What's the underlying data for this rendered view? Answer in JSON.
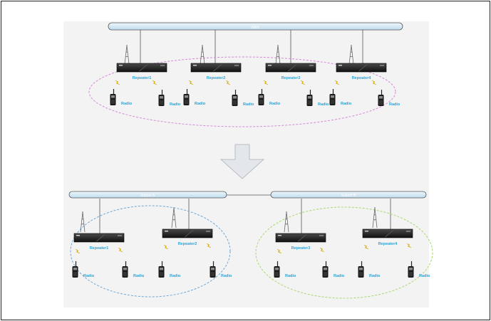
{
  "top": {
    "bus_label": "WAN",
    "repeaters": [
      "Repeater1",
      "Repeater2",
      "Repeater3",
      "Repeater4"
    ],
    "radio_label": "Radio"
  },
  "bottom": {
    "left_bus_label": "Subnet A",
    "right_bus_label": "Subnet B",
    "left_repeaters": [
      "Repeater1",
      "Repeater2"
    ],
    "right_repeaters": [
      "Repeater3",
      "Repeater4"
    ],
    "radio_label": "Radio"
  },
  "colors": {
    "top_ellipse": "#d48ad8",
    "left_ellipse": "#6fa8d8",
    "right_ellipse": "#a8d86f",
    "bus": "#d9ecf7",
    "label": "#2aa3d6",
    "arrow": "#e3e6ea"
  }
}
